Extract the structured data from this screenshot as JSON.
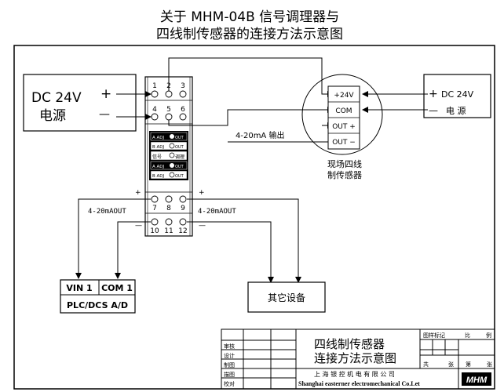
{
  "title": {
    "line1": "关于 MHM-04B 信号调理器与",
    "line2": "四线制传感器的连接方法示意图"
  },
  "power_left": {
    "voltage": "DC 24V",
    "name": "电源",
    "plus": "+",
    "minus": "—"
  },
  "power_right": {
    "plus": "+",
    "minus": "—",
    "voltage": "DC 24V",
    "name": "电 源"
  },
  "terminals": {
    "top_row1": [
      "1",
      "2",
      "3"
    ],
    "top_row2": [
      "4",
      "5",
      "6"
    ],
    "bottom_row1": [
      "7",
      "8",
      "9"
    ],
    "bottom_row2": [
      "10",
      "11",
      "12"
    ]
  },
  "module_panel": {
    "row1": "A ADJ",
    "row1_out": "OUT",
    "row2": "B ADJ",
    "row2_out": "OUT",
    "row3_left": "信号",
    "row3_right": "调理",
    "row4": "A ADJ",
    "row4_out": "OUT",
    "row5": "B ADJ",
    "row5_out": "OUT"
  },
  "sensor": {
    "pins": [
      "+24V",
      "COM",
      "OUT +",
      "OUT −"
    ],
    "label_line1": "现场四线",
    "label_line2": "制传感器"
  },
  "labels": {
    "output": "4-20mA 输出",
    "left_out": "4-20mAOUT",
    "right_out": "4-20mAOUT",
    "plus_left": "+",
    "minus_left": "—",
    "plus_right": "+",
    "minus_right": "—"
  },
  "plc": {
    "vin": "VIN 1",
    "com": "COM 1",
    "name": "PLC/DCS A/D"
  },
  "other_device": "其它设备",
  "title_block": {
    "drawing_line1": "四线制传感器",
    "drawing_line2": "连接方法示意图",
    "left_rows": [
      "审核",
      "设计",
      "制图",
      "描图",
      "校对"
    ],
    "right_header": [
      "图样标记",
      "比",
      "例"
    ],
    "right_row2": [
      "共",
      "张",
      "第",
      "张"
    ],
    "company_cn": "上 海 银 控 机 电 有 限 公 司",
    "company_en": "Shanghai easterner electromechanical Co.Let",
    "logo": "MHM"
  }
}
